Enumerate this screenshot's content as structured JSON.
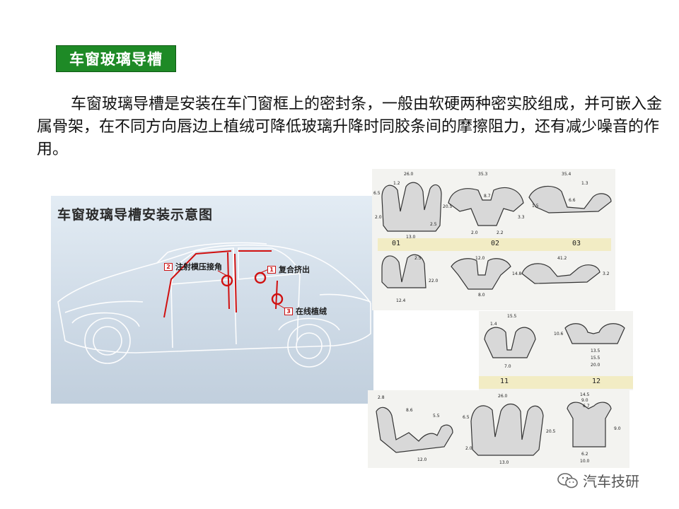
{
  "section": {
    "title": "车窗玻璃导槽"
  },
  "intro": {
    "text": "车窗玻璃导槽是安装在车门窗框上的密封条，一般由软硬两种密实胶组成，并可嵌入金属骨架，在不同方向唇边上植绒可降低玻璃升降时同胶条间的摩擦阻力，还有减少噪音的作用。"
  },
  "car_diagram": {
    "title": "车窗玻璃导槽安装示意图",
    "callouts": [
      {
        "num": "2",
        "label": "注射模压接角"
      },
      {
        "num": "1",
        "label": "复合挤出"
      },
      {
        "num": "3",
        "label": "在线植绒"
      }
    ]
  },
  "profiles": {
    "sheet_a": {
      "labels": [
        "01",
        "02",
        "03"
      ],
      "dims": [
        "26.0",
        "35.3",
        "35.4",
        "6.5",
        "1.2",
        "2.0",
        "20.5",
        "2.5",
        "13.0",
        "8.7",
        "2.0",
        "2.2",
        "3.3",
        "1.3",
        "6.6",
        "1.5",
        "2.5",
        "12.0",
        "41.2",
        "14.8",
        "8.0",
        "22.0",
        "12.4",
        "3.2"
      ]
    },
    "sheet_b": {
      "labels": [
        "11",
        "12"
      ],
      "dims": [
        "15.5",
        "1.4",
        "7.0",
        "10.6",
        "13.5",
        "15.5",
        "20.0"
      ]
    },
    "sheet_c": {
      "dims": [
        "2.8",
        "8.6",
        "5.5",
        "12.0",
        "26.0",
        "6.5",
        "20.5",
        "2.0",
        "13.0",
        "14.5",
        "9.0",
        "6.7",
        "9.0",
        "6.2",
        "10.0"
      ]
    }
  },
  "watermark": {
    "text": "汽车技研"
  },
  "colors": {
    "title_bg": "#1e8a26",
    "highlight_red": "#d01010",
    "label_band": "#f2ecc4"
  }
}
